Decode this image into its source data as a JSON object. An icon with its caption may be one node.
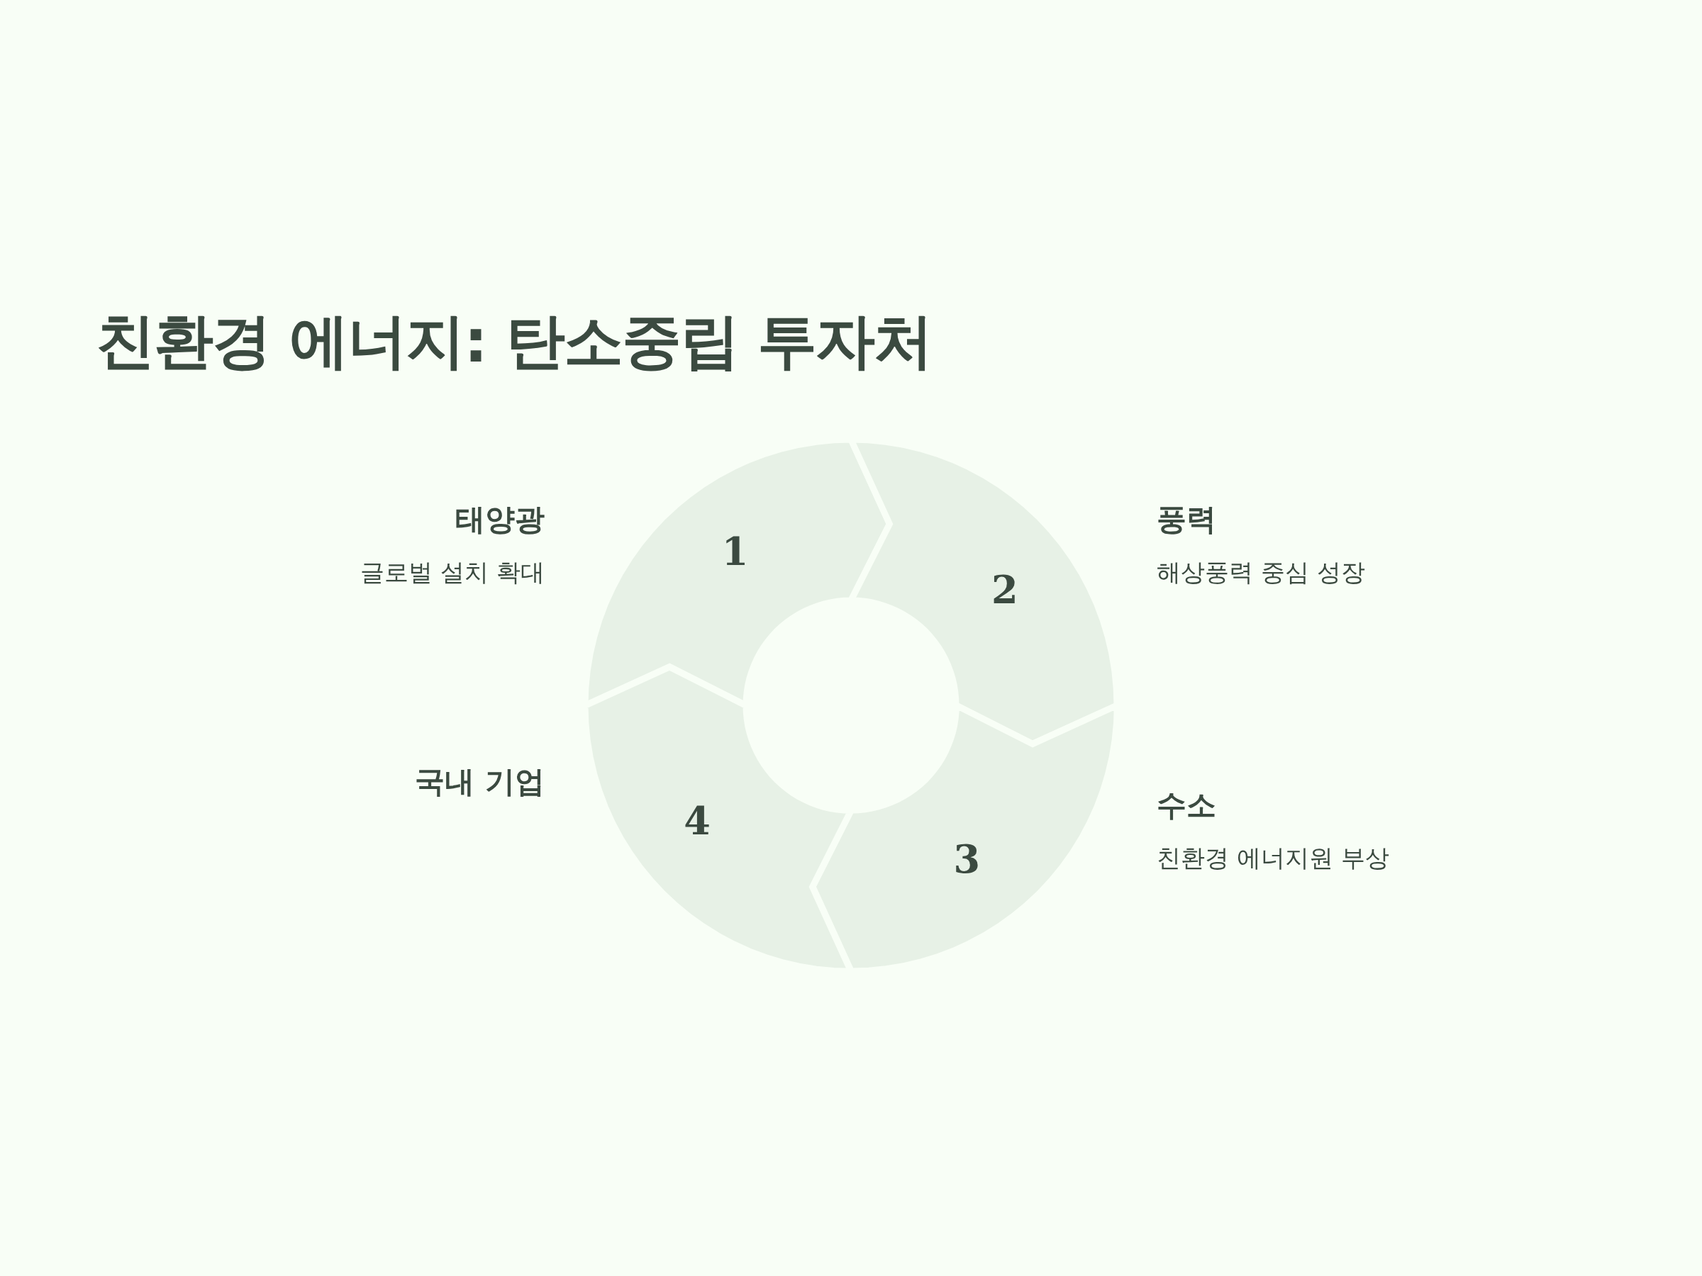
{
  "diagram": {
    "title": "친환경 에너지: 탄소중립 투자처",
    "nodes": [
      {
        "text": [
          "1"
        ],
        "beside": [
          "태양광",
          "글로벌 설치 확대"
        ]
      },
      {
        "text": [
          "2"
        ],
        "beside": [
          "풍력",
          "해상풍력 중심 성장"
        ]
      },
      {
        "text": [
          "3"
        ],
        "beside": [
          "수소",
          "친환경 에너지원 부상"
        ]
      },
      {
        "text": [
          "4"
        ],
        "beside": [
          "국내 기업"
        ]
      }
    ]
  }
}
